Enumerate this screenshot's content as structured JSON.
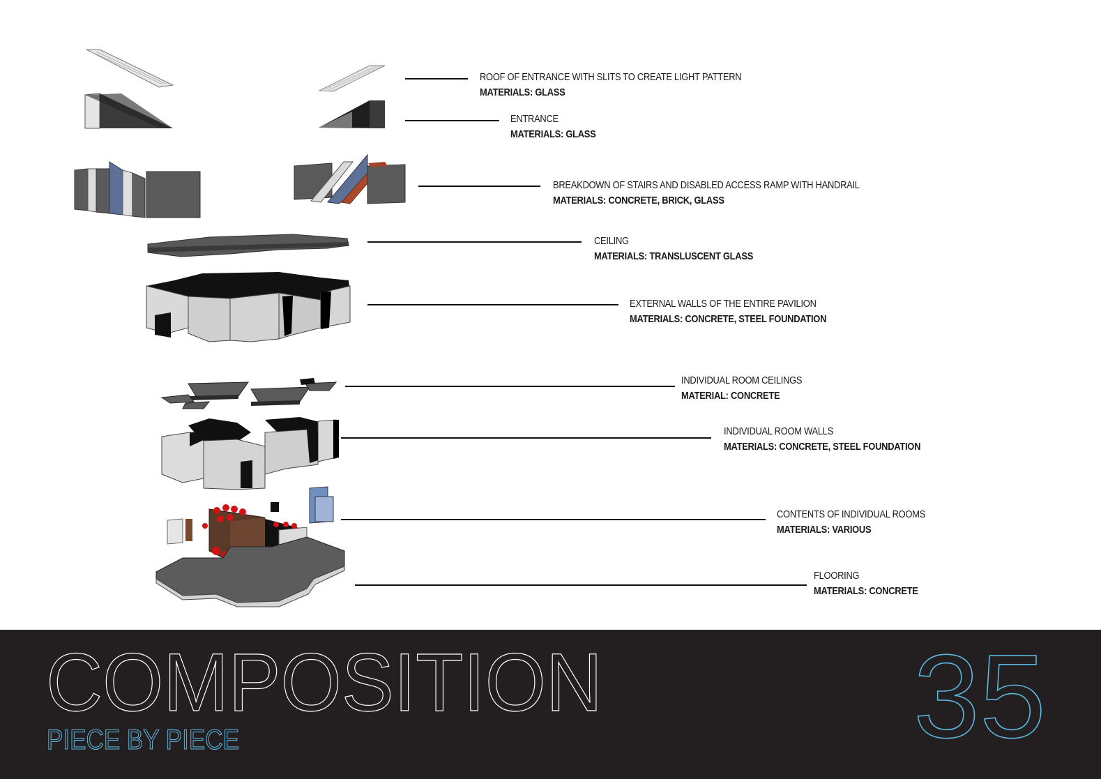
{
  "components": [
    {
      "name": "ROOF OF ENTRANCE WITH SLITS TO CREATE LIGHT PATTERN",
      "materials": "MATERIALS: GLASS"
    },
    {
      "name": "ENTRANCE",
      "materials": "MATERIALS: GLASS"
    },
    {
      "name": "BREAKDOWN OF STAIRS AND DISABLED ACCESS RAMP WITH HANDRAIL",
      "materials": "MATERIALS: CONCRETE, BRICK, GLASS"
    },
    {
      "name": "CEILING",
      "materials": "MATERIALS: TRANSLUSCENT GLASS"
    },
    {
      "name": "EXTERNAL WALLS OF THE ENTIRE PAVILION",
      "materials": "MATERIALS: CONCRETE, STEEL FOUNDATION"
    },
    {
      "name": "INDIVIDUAL ROOM CEILINGS",
      "materials": "MATERIAL: CONCRETE"
    },
    {
      "name": "INDIVIDUAL ROOM WALLS",
      "materials": "MATERIALS: CONCRETE, STEEL FOUNDATION"
    },
    {
      "name": "CONTENTS OF INDIVIDUAL ROOMS",
      "materials": "MATERIALS: VARIOUS"
    },
    {
      "name": "FLOORING",
      "materials": "MATERIALS: CONCRETE"
    }
  ],
  "footer": {
    "title": "COMPOSITION",
    "subtitle": "PIECE BY PIECE",
    "page_number": "35"
  },
  "colors": {
    "footer_bg": "#231f20",
    "title_outline": "#ffffff",
    "accent_blue": "#5bb8e0",
    "concrete_light": "#d6d6d6",
    "concrete_dark": "#5a5a5a",
    "glass_blue": "#5a6f98",
    "brick": "#a0452a",
    "chair_red": "#d01010"
  }
}
